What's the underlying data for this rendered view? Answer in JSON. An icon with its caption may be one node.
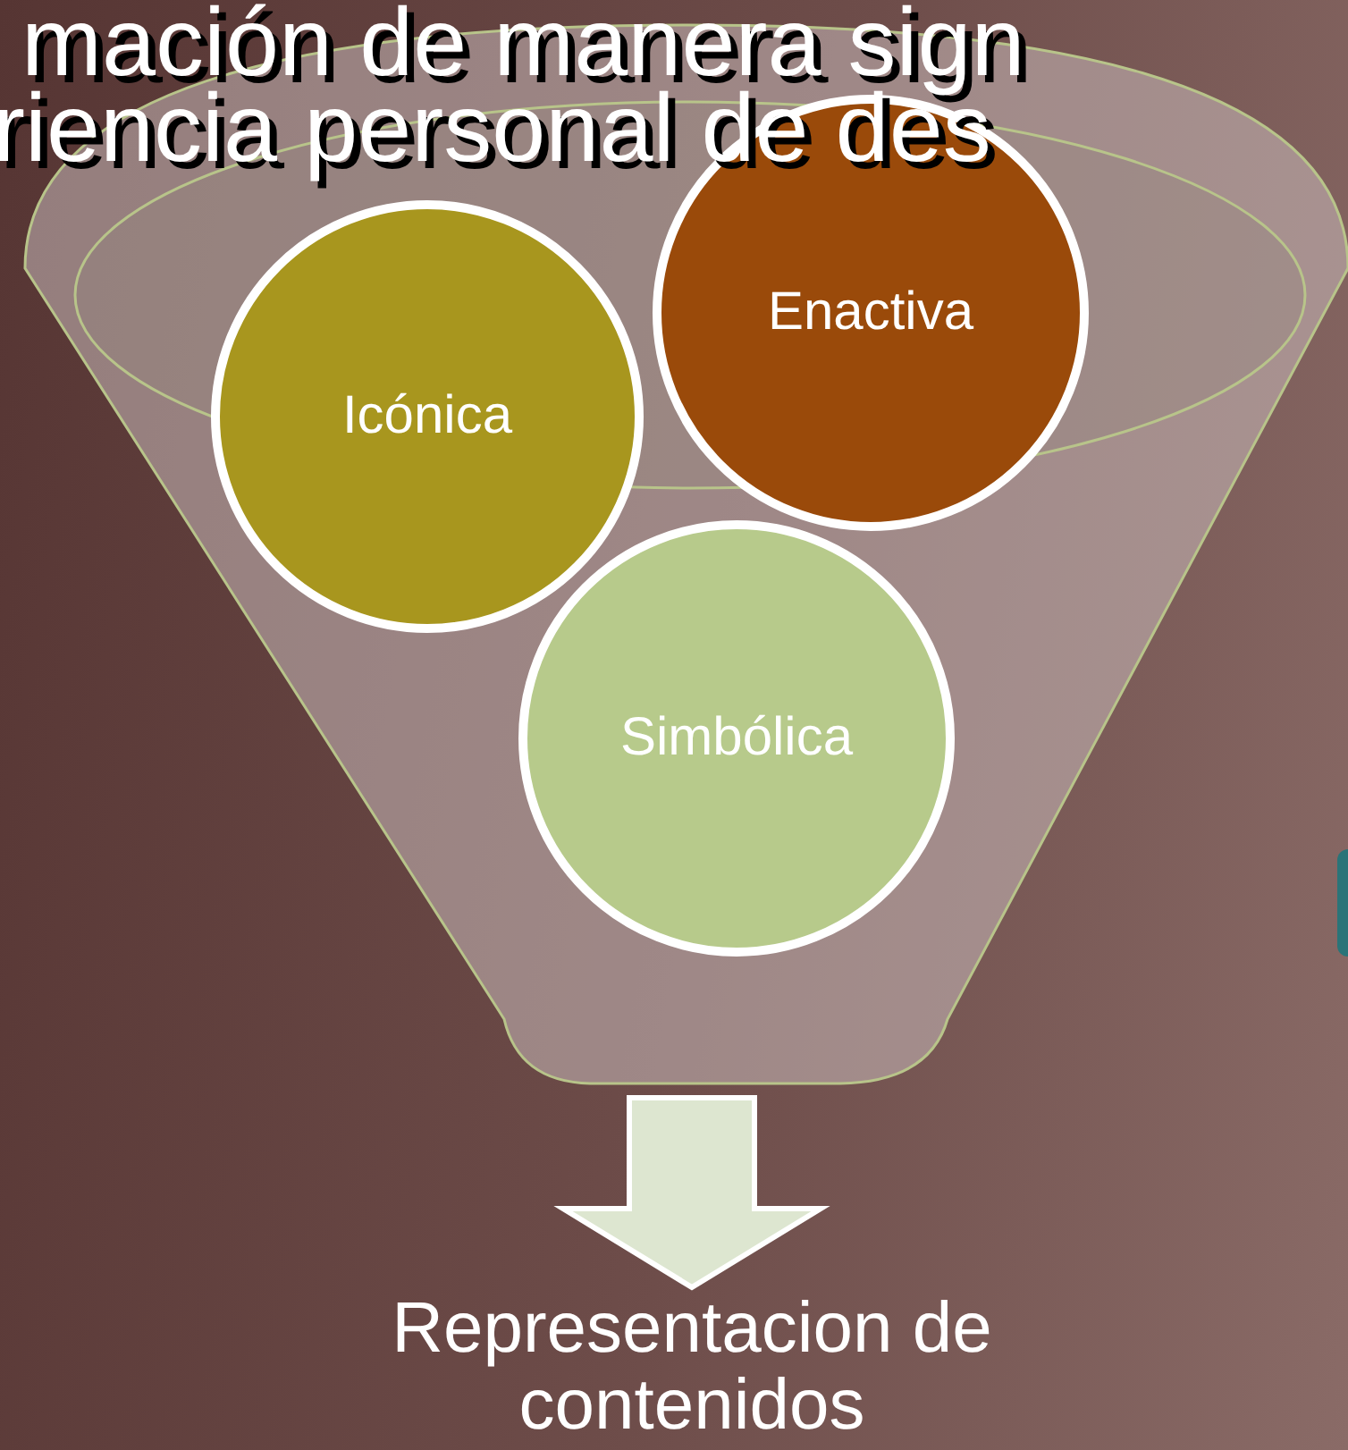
{
  "diagram": {
    "nodes": [
      {
        "text": [],
        "shape": "funnel"
      },
      {
        "text": [
          "Icónica"
        ],
        "in": 0
      },
      {
        "text": [
          "Enactiva"
        ],
        "in": 0
      },
      {
        "text": [
          "Simbólica"
        ],
        "in": 0
      },
      {
        "text": [
          "Representacion de contenidos"
        ]
      }
    ],
    "edges": [
      {
        "from": 0,
        "to": 4,
        "arrow": "to"
      }
    ],
    "labels": [
      "mación de manera sign",
      "riencia personal de des"
    ]
  }
}
